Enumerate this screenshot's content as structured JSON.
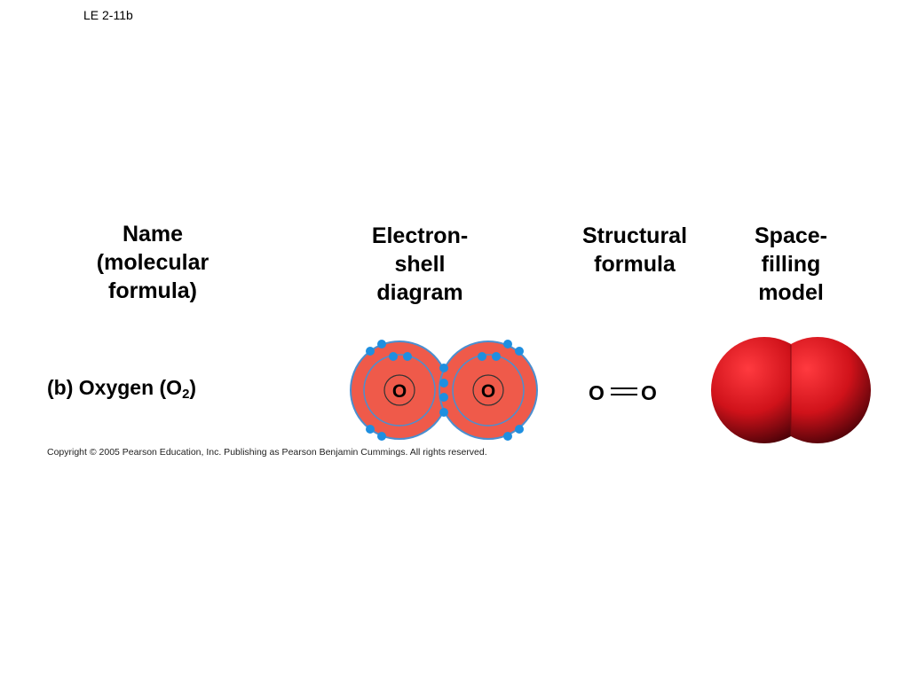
{
  "slide_label": "LE 2-11b",
  "headings": {
    "name": "Name\n(molecular\nformula)",
    "electron_shell": "Electron-\nshell\ndiagram",
    "structural": "Structural\nformula",
    "space_filling": "Space-\nfilling\nmodel"
  },
  "row": {
    "name_prefix": "(b) Oxygen (O",
    "name_subscript": "2",
    "name_suffix": ")"
  },
  "electron_shell": {
    "atom_symbols": [
      "O",
      "O"
    ],
    "colors": {
      "atom_fill": "#ef5a4a",
      "shell_line": "#4a8fd0",
      "electron": "#1e8fe0"
    }
  },
  "structural_formula": {
    "left_atom": "O",
    "right_atom": "O",
    "bond": "double"
  },
  "space_filling": {
    "color": "#d0121a"
  },
  "copyright": "Copyright © 2005 Pearson Education, Inc. Publishing as Pearson Benjamin Cummings. All rights reserved."
}
